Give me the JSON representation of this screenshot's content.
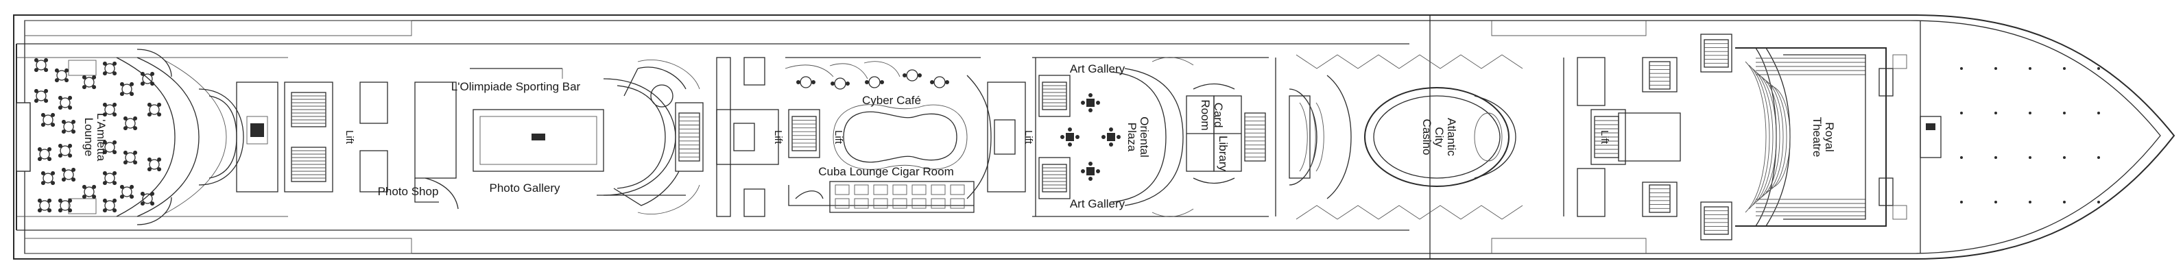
{
  "labels": {
    "lounge_line1": "L'Amletta",
    "lounge_line2": "Lounge",
    "sporting_bar": "L'Olimpiade Sporting Bar",
    "photo_shop": "Photo Shop",
    "photo_gallery": "Photo Gallery",
    "cyber_cafe": "Cyber Café",
    "cigar_room": "Cuba Lounge Cigar Room",
    "art_gallery_top": "Art Gallery",
    "art_gallery_bottom": "Art Gallery",
    "plaza_line1": "Oriental",
    "plaza_line2": "Plaza",
    "card_line1": "Card",
    "card_line2": "Room",
    "library": "Library",
    "casino_line1": "Atlantic",
    "casino_line2": "City",
    "casino_line3": "Casino",
    "theatre_line1": "Royal",
    "theatre_line2": "Theatre",
    "lift_1": "Lift",
    "lift_2": "Lift",
    "lift_3": "Lift",
    "lift_4": "Lift",
    "lift_5": "Lift"
  },
  "colors": {
    "line": "#2b2b2b",
    "background": "#ffffff"
  }
}
